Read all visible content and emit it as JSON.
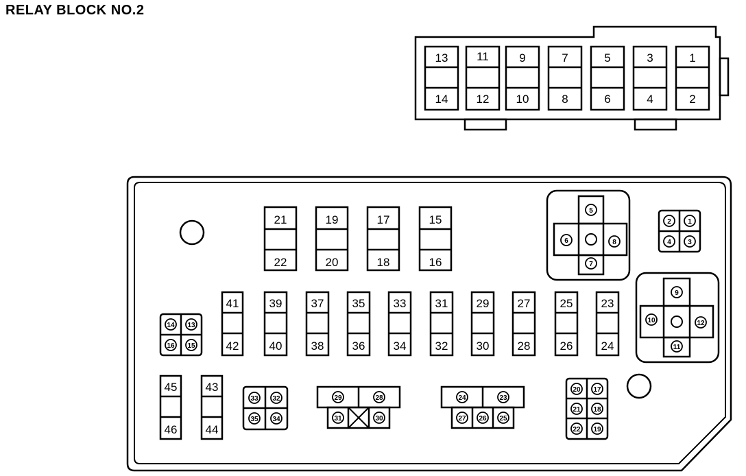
{
  "title": "RELAY BLOCK NO.2",
  "top_block": {
    "relays": [
      {
        "top": "13",
        "bottom": "14"
      },
      {
        "top": "11",
        "bottom": "12"
      },
      {
        "top": "9",
        "bottom": "10"
      },
      {
        "top": "7",
        "bottom": "8"
      },
      {
        "top": "5",
        "bottom": "6"
      },
      {
        "top": "3",
        "bottom": "4"
      },
      {
        "top": "1",
        "bottom": "2"
      }
    ]
  },
  "main_block": {
    "upper_relays": [
      {
        "top": "21",
        "bottom": "22"
      },
      {
        "top": "19",
        "bottom": "20"
      },
      {
        "top": "17",
        "bottom": "18"
      },
      {
        "top": "15",
        "bottom": "16"
      }
    ],
    "middle_relays": [
      {
        "top": "41",
        "bottom": "42"
      },
      {
        "top": "39",
        "bottom": "40"
      },
      {
        "top": "37",
        "bottom": "38"
      },
      {
        "top": "35",
        "bottom": "36"
      },
      {
        "top": "33",
        "bottom": "34"
      },
      {
        "top": "31",
        "bottom": "32"
      },
      {
        "top": "29",
        "bottom": "30"
      },
      {
        "top": "27",
        "bottom": "28"
      },
      {
        "top": "25",
        "bottom": "26"
      },
      {
        "top": "23",
        "bottom": "24"
      }
    ],
    "lower_relays": [
      {
        "top": "45",
        "bottom": "46"
      },
      {
        "top": "43",
        "bottom": "44"
      }
    ],
    "cross_socket_a": {
      "top": "5",
      "left": "6",
      "right": "8",
      "bottom": "7"
    },
    "cross_socket_b": {
      "top": "9",
      "left": "10",
      "right": "12",
      "bottom": "11"
    },
    "quad_a": [
      "2",
      "1",
      "4",
      "3"
    ],
    "quad_b": [
      "14",
      "13",
      "16",
      "15"
    ],
    "quad_c": [
      "33",
      "32",
      "35",
      "34"
    ],
    "group_d": {
      "upper": [
        "29",
        "28"
      ],
      "lower": [
        "31",
        "30"
      ]
    },
    "group_e": {
      "upper": [
        "24",
        "23"
      ],
      "lower": [
        "27",
        "26",
        "25"
      ]
    },
    "grid_f": [
      "20",
      "17",
      "21",
      "18",
      "22",
      "19"
    ]
  }
}
